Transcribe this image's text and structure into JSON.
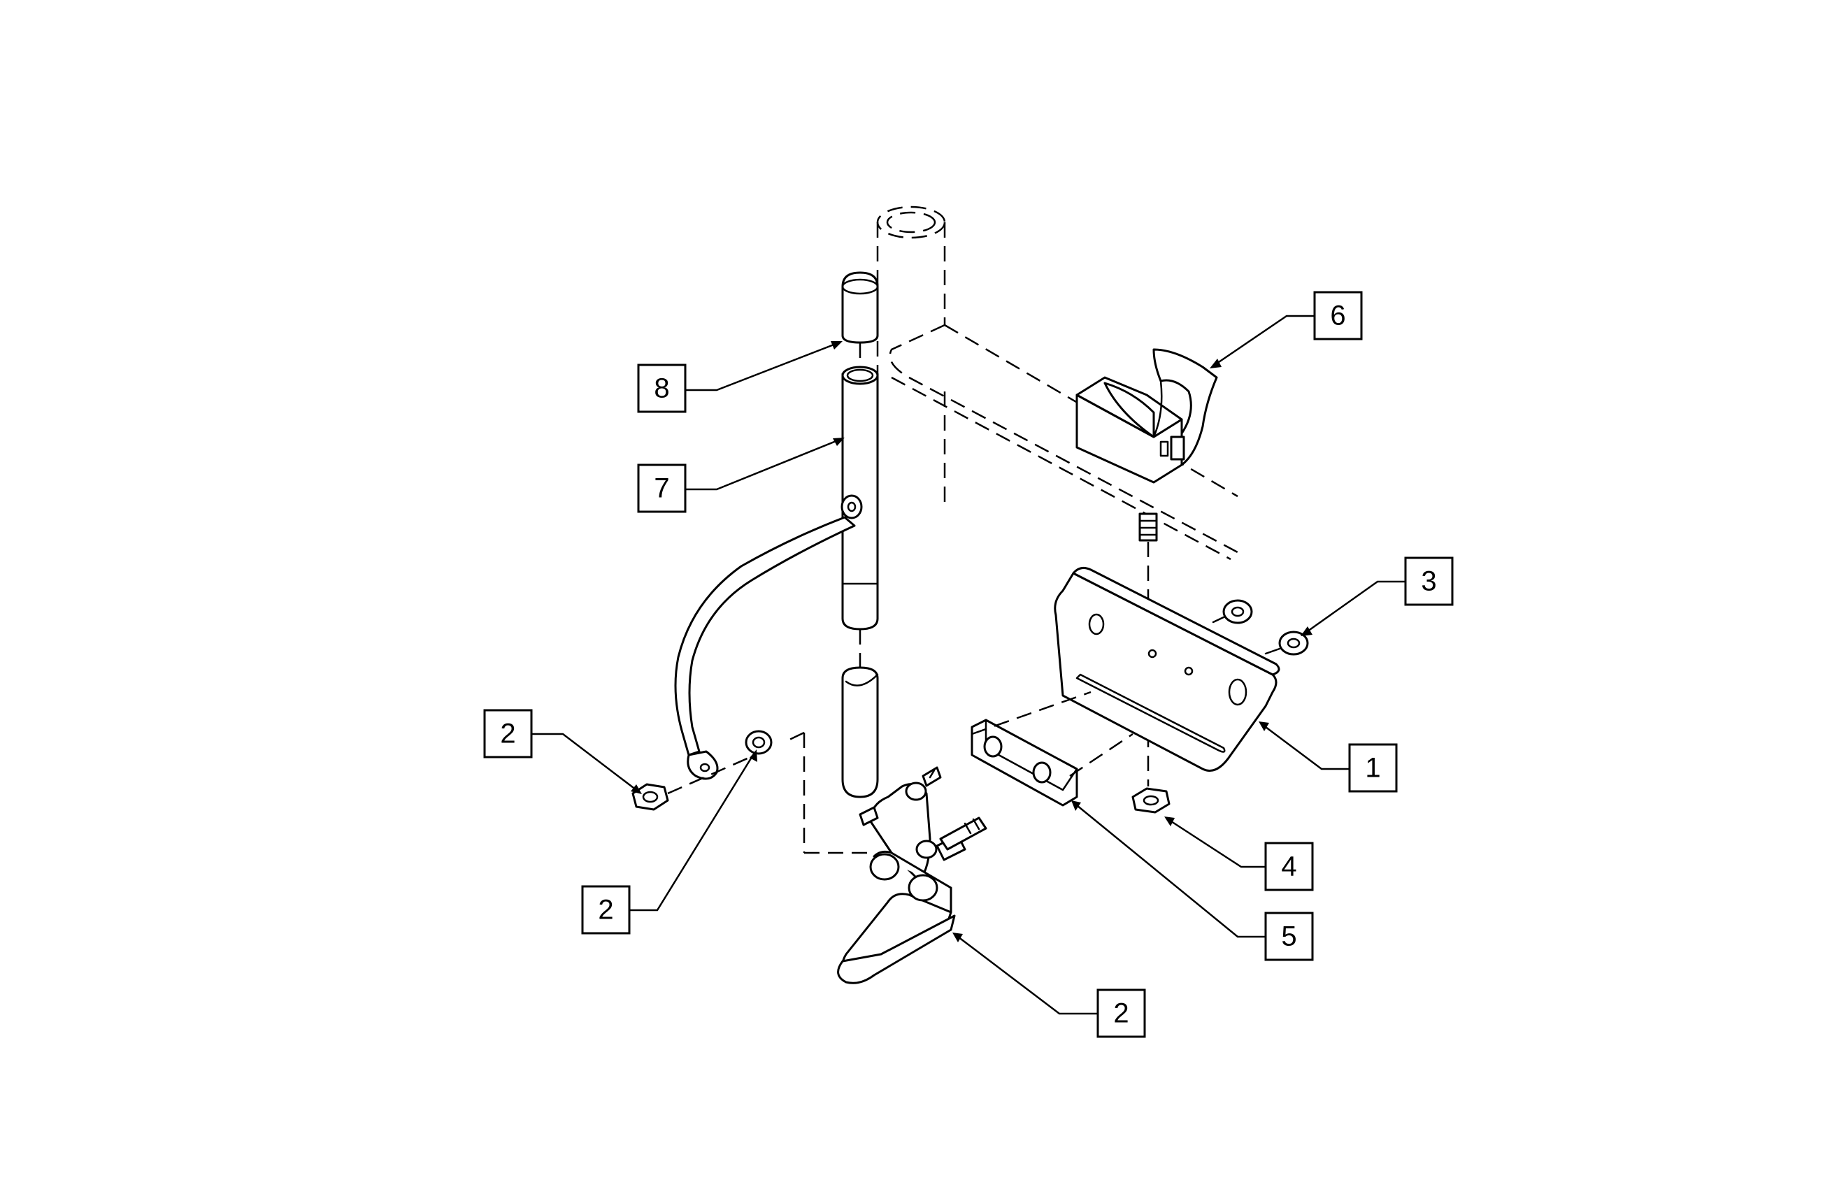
{
  "diagram": {
    "callouts": [
      {
        "id": "c8",
        "label": "8"
      },
      {
        "id": "c7",
        "label": "7"
      },
      {
        "id": "c6",
        "label": "6"
      },
      {
        "id": "c3",
        "label": "3"
      },
      {
        "id": "c1",
        "label": "1"
      },
      {
        "id": "c2a",
        "label": "2"
      },
      {
        "id": "c2b",
        "label": "2"
      },
      {
        "id": "c4",
        "label": "4"
      },
      {
        "id": "c5",
        "label": "5"
      },
      {
        "id": "c2c",
        "label": "2"
      }
    ]
  }
}
